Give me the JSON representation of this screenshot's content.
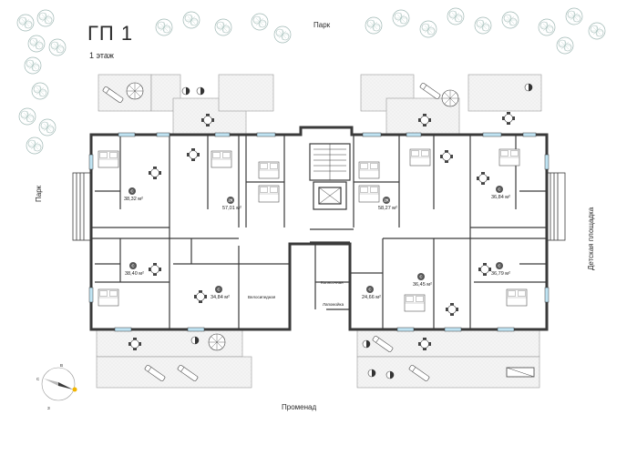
{
  "header": {
    "title": "ГП 1",
    "floor": "1 этаж"
  },
  "surroundings": {
    "park_top": "Парк",
    "park_left": "Парк",
    "kids_area": "Детская площадка",
    "promenade": "Променад"
  },
  "compass": {
    "north": "В",
    "west": "С",
    "south": "З"
  },
  "apartments": [
    {
      "badge": "С",
      "area": "38,32 м²"
    },
    {
      "badge": "2К",
      "area": "57,01 м²"
    },
    {
      "badge": "2К",
      "area": "58,27 м²"
    },
    {
      "badge": "С",
      "area": "36,84 м²"
    },
    {
      "badge": "С",
      "area": "38,40 м²"
    },
    {
      "badge": "С",
      "area": "34,84 м²"
    },
    {
      "badge": "С",
      "area": "24,66 м²"
    },
    {
      "badge": "С",
      "area": "36,45 м²"
    },
    {
      "badge": "С",
      "area": "36,79 м²"
    }
  ],
  "rooms": {
    "bicycle": "Велосипедная",
    "stroller": "Колясочная",
    "cleaning": "Лапомойка"
  }
}
